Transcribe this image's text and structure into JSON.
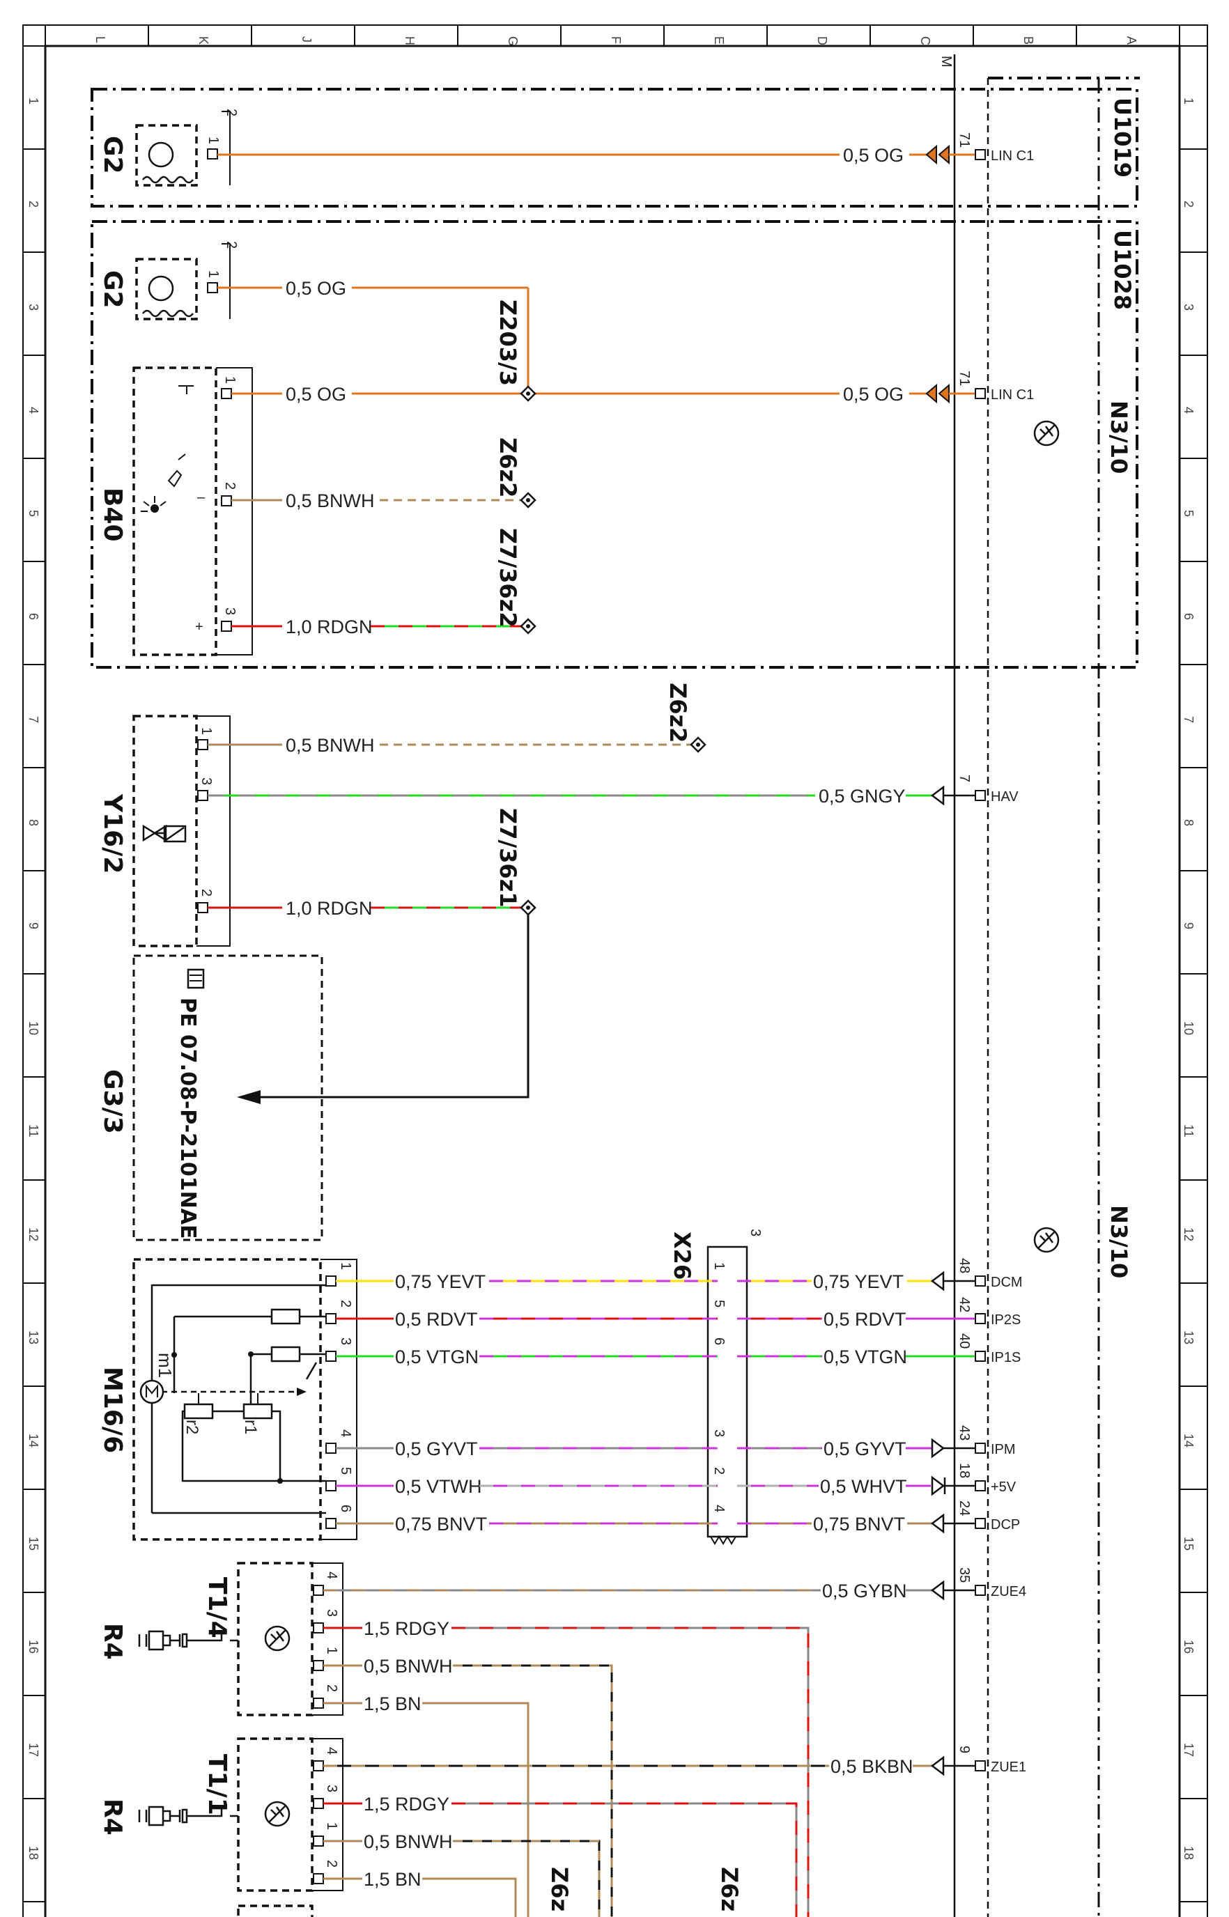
{
  "grid": {
    "columns": [
      "L",
      "K",
      "J",
      "H",
      "G",
      "F",
      "E",
      "D",
      "C",
      "B",
      "A"
    ],
    "rows": [
      "1",
      "2",
      "3",
      "4",
      "5",
      "6",
      "7",
      "8",
      "9",
      "10",
      "11",
      "12",
      "13",
      "14",
      "15",
      "16",
      "17",
      "18"
    ]
  },
  "colors": {
    "OG": "#e0751e",
    "BN": "#b08b5a",
    "WH": "#b0b0b0",
    "RD": "#e01010",
    "GN": "#22dd22",
    "GY": "#8a8a8a",
    "YE": "#ffe000",
    "VT": "#cc33dd",
    "BK": "#111111"
  },
  "components": {
    "g2_top": "G2",
    "g2_mid": "G2",
    "b40": "B40",
    "y16": "Y16/2",
    "g3": "G3/3",
    "m16": "M16/6",
    "t1_4": "T1/4",
    "t1_1": "T1/1",
    "r4_a": "R4",
    "r4_b": "R4",
    "u1019": "U1019",
    "u1028": "U1028",
    "n3_a": "N3/10",
    "n3_b": "N3/10",
    "x26": "X26",
    "m_bus": "M",
    "m1": "m1",
    "r1": "r1",
    "r2": "r2"
  },
  "references": {
    "pe": "PE 07.08-P-2101NAE"
  },
  "splices": {
    "z203": "Z203/3",
    "z6z2_a": "Z6z2",
    "z736z2": "Z7/36z2",
    "z6z2_b": "Z6z2",
    "z736z1": "Z7/36z1",
    "z6z_bottom1": "Z6z",
    "z6z_bottom2": "Z6z"
  },
  "wires": {
    "w1": "0,5 OG",
    "w2": "0,5 OG",
    "w3": "0,5 OG",
    "w4": "0,5 OG",
    "w5": "0,5 BNWH",
    "w6": "1,0 RDGN",
    "w7": "0,5 BNWH",
    "w8": "0,5 GNGY",
    "w9": "1,0 RDGN",
    "m_l1": "0,75 YEVT",
    "m_l2": "0,5 RDVT",
    "m_l3": "0,5 VTGN",
    "m_l4": "0,5 GYVT",
    "m_l5": "0,5 VTWH",
    "m_l6": "0,75 BNVT",
    "m_r1": "0,75 YEVT",
    "m_r2": "0,5 RDVT",
    "m_r3": "0,5 VTGN",
    "m_r4": "0,5 GYVT",
    "m_r5": "0,5 WHVT",
    "m_r6": "0,75 BNVT",
    "t4_1": "0,5 GYBN",
    "t4_2": "1,5 RDGY",
    "t4_3": "0,5 BNWH",
    "t4_4": "1,5 BN",
    "t1_1": "0,5 BKBN",
    "t1_2": "1,5 RDGY",
    "t1_3": "0,5 BNWH",
    "t1_4": "1,5 BN"
  },
  "pins": {
    "g2a": "1",
    "g2a_top": "2",
    "g2b": "1",
    "g2b_top": "2",
    "b40_1": "1",
    "b40_2": "2",
    "b40_3": "3",
    "b40_minus": "–",
    "b40_plus": "+",
    "y16_1": "1",
    "y16_3": "3",
    "y16_2": "2",
    "m16_1": "1",
    "m16_2": "2",
    "m16_3": "3",
    "m16_4": "4",
    "m16_5": "5",
    "m16_6": "6",
    "x26_1": "1",
    "x26_5": "5",
    "x26_6": "6",
    "x26_3": "3",
    "x26_2": "2",
    "x26_4": "4",
    "x26_top": "3",
    "t14_4": "4",
    "t14_3": "3",
    "t14_1": "1",
    "t14_2": "2",
    "t11_4": "4",
    "t11_3": "3",
    "t11_1": "1",
    "t11_2": "2",
    "n_71a": "71",
    "n_71b": "71",
    "n_7": "7",
    "n_48": "48",
    "n_42": "42",
    "n_40": "40",
    "n_43": "43",
    "n_18": "18",
    "n_24": "24",
    "n_35": "35",
    "n_9": "9"
  },
  "connectors": {
    "lin1": "LIN C1",
    "lin2": "LIN C1",
    "hav": "HAV",
    "dcm": "DCM",
    "ip2s": "IP2S",
    "ip1s": "IP1S",
    "ipm": "IPM",
    "v5": "+5V",
    "dcp": "DCP",
    "zue4": "ZUE4",
    "zue1": "ZUE1"
  }
}
